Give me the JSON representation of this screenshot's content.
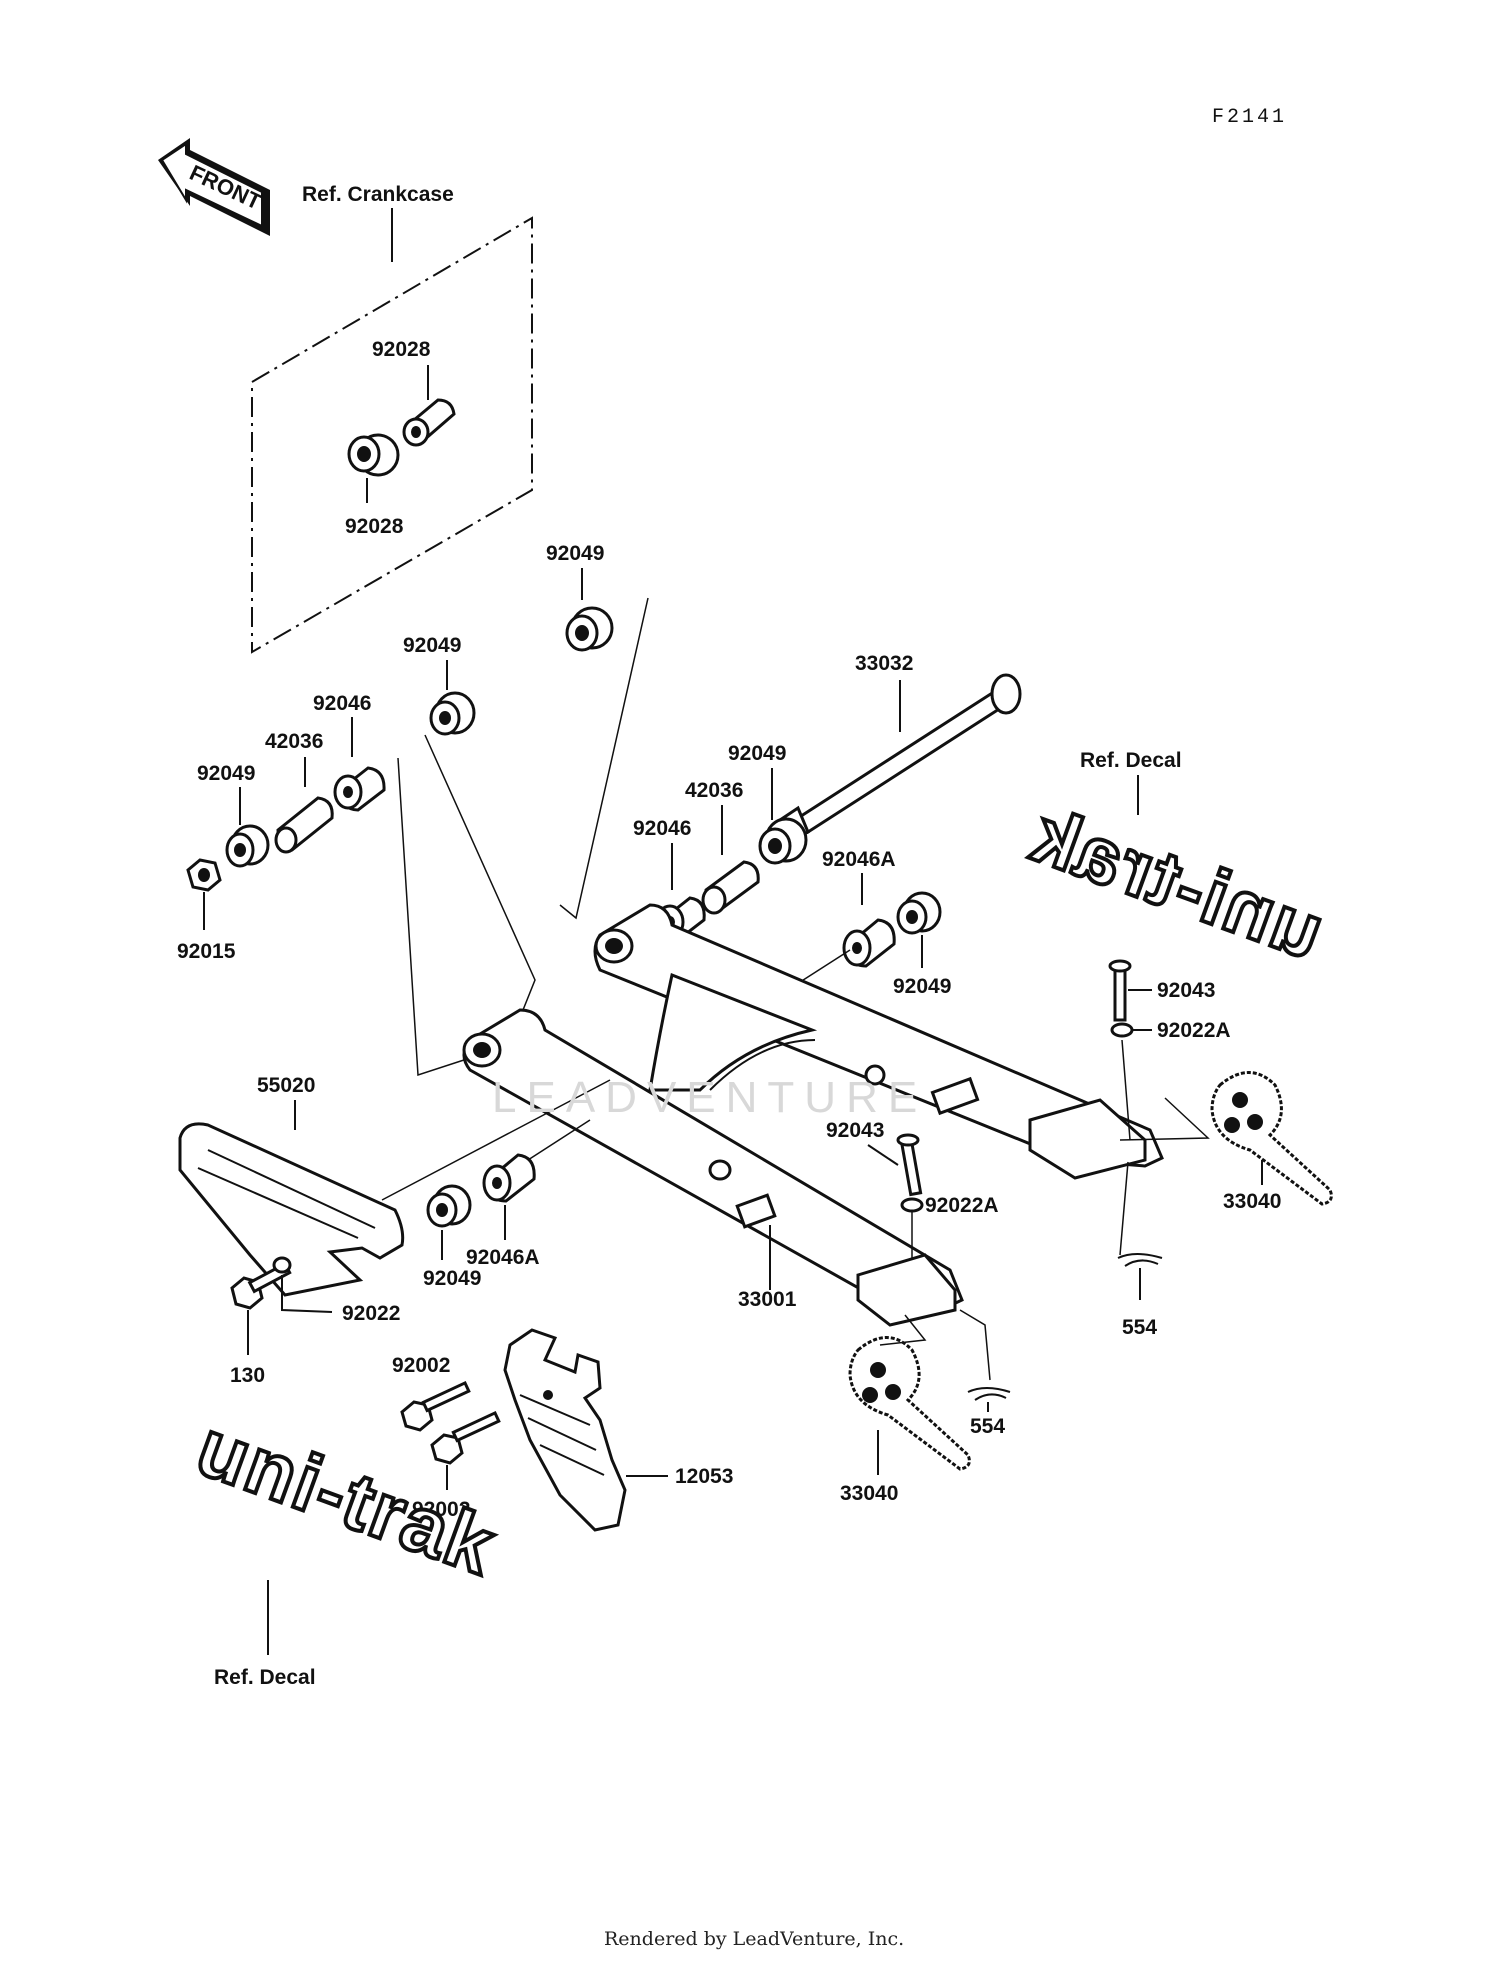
{
  "diagram_code": "F2141",
  "front_label": "FRONT",
  "ref_crankcase": "Ref. Crankcase",
  "ref_decal_top": "Ref. Decal",
  "ref_decal_bottom": "Ref. Decal",
  "decal_text": "uni-trak",
  "watermark": "LEADVENTURE",
  "footer": "Rendered by LeadVenture, Inc.",
  "parts": {
    "p92028_upper": "92028",
    "p92028_lower": "92028",
    "p92049_top": "92049",
    "p92049_left_upper": "92049",
    "p92046_left": "92046",
    "p42036_left": "42036",
    "p92049_left": "92049",
    "p92015": "92015",
    "p33032": "33032",
    "p92049_right_upper": "92049",
    "p42036_right": "42036",
    "p92046_right": "92046",
    "p92046A_right": "92046A",
    "p92049_right": "92049",
    "p92043_right": "92043",
    "p92022A_right": "92022A",
    "p33040_right": "33040",
    "p554_right": "554",
    "p55020": "55020",
    "p92043_center": "92043",
    "p92022A_center": "92022A",
    "p92049_bottom": "92049",
    "p92046A_bottom": "92046A",
    "p33001": "33001",
    "p92022": "92022",
    "p130": "130",
    "p92002_upper": "92002",
    "p92002_lower": "92002",
    "p12053": "12053",
    "p33040_bottom": "33040",
    "p554_bottom": "554"
  }
}
